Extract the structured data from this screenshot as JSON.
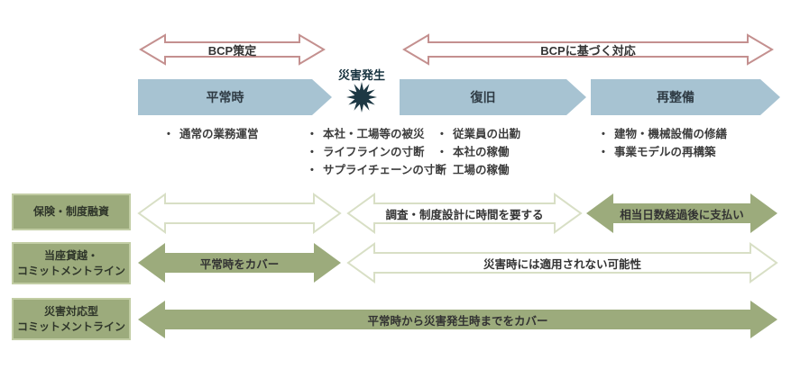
{
  "timeline": {
    "plan_arrow_label": "BCP策定",
    "response_arrow_label": "BCPに基づく対応",
    "disaster_label": "災害発生",
    "phases": [
      "平常時",
      "復旧",
      "再整備"
    ]
  },
  "bullet_marker": "•",
  "bullet_columns": [
    {
      "items": [
        "通常の業務運営"
      ]
    },
    {
      "items": [
        "本社・工場等の被災",
        "ライフラインの寸断",
        "サプライチェーンの寸断"
      ]
    },
    {
      "items": [
        "従業員の出勤",
        "本社の稼働",
        "工場の稼働"
      ]
    },
    {
      "items": [
        "建物・機械設備の修繕",
        "事業モデルの再構築"
      ]
    }
  ],
  "finance_rows": [
    {
      "label_lines": [
        "保険・制度融資"
      ],
      "arrow1_text": "",
      "arrow2_text": "調査・制度設計に時間を要する",
      "arrow3_text": "相当日数経過後に支払い"
    },
    {
      "label_lines": [
        "当座貸越・",
        "コミットメントライン"
      ],
      "arrow1_text": "平常時をカバー",
      "arrow2_text": "災害時には適用されない可能性"
    },
    {
      "label_lines": [
        "災害対応型",
        "コミットメントライン"
      ],
      "arrow1_text": "平常時から災害発生時までをカバー"
    }
  ],
  "colors": {
    "phase_arrow_fill": "#a7c3d2",
    "bcp_arrow_stroke": "#c4908f",
    "finance_arrow_fill": "#9cab7c",
    "finance_arrow_outline": "#d8dfc5",
    "label_box_fill": "#9cab7c",
    "label_box_border": "#c2cda4",
    "burst_fill": "#1d3844",
    "disaster_text": "#16323e",
    "text_dark": "#333333"
  }
}
